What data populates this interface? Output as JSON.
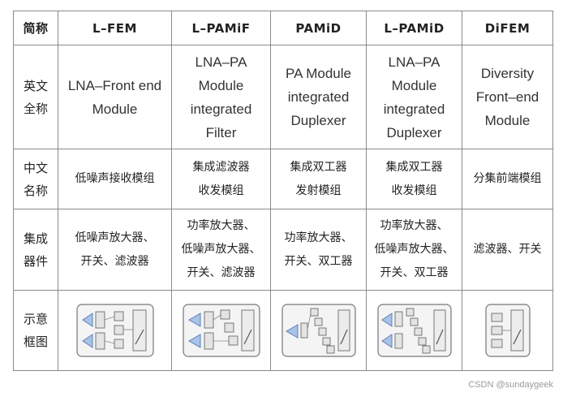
{
  "table": {
    "header": {
      "label": "简称",
      "columns": [
        "L–FEM",
        "L–PAMiF",
        "PAMiD",
        "L–PAMiD",
        "DiFEM"
      ]
    },
    "rows": {
      "english": {
        "label": "英文\n全称",
        "cells": [
          "LNA–Front end\nModule",
          "LNA–PA\nModule\nintegrated\nFilter",
          "PA Module\nintegrated\nDuplexer",
          "LNA–PA\nModule\nintegrated\nDuplexer",
          "Diversity\nFront–end\nModule"
        ]
      },
      "chinese": {
        "label": "中文\n名称",
        "cells": [
          "低噪声接收模组",
          "集成滤波器\n收发模组",
          "集成双工器\n发射模组",
          "集成双工器\n收发模组",
          "分集前端模组"
        ]
      },
      "components": {
        "label": "集成\n器件",
        "cells": [
          "低噪声放大器、\n开关、滤波器",
          "功率放大器、\n低噪声放大器、\n开关、滤波器",
          "功率放大器、\n开关、双工器",
          "功率放大器、\n低噪声放大器、\n开关、双工器",
          "滤波器、开关"
        ]
      },
      "diagram": {
        "label": "示意\n框图"
      }
    }
  },
  "watermark": "CSDN @sundaygeek",
  "colors": {
    "border": "#8a8a8a",
    "amp_fill": "#a9c3e6",
    "amp_stroke": "#5a7fb8",
    "box_fill": "#e4e4e4",
    "box_stroke": "#777777"
  }
}
